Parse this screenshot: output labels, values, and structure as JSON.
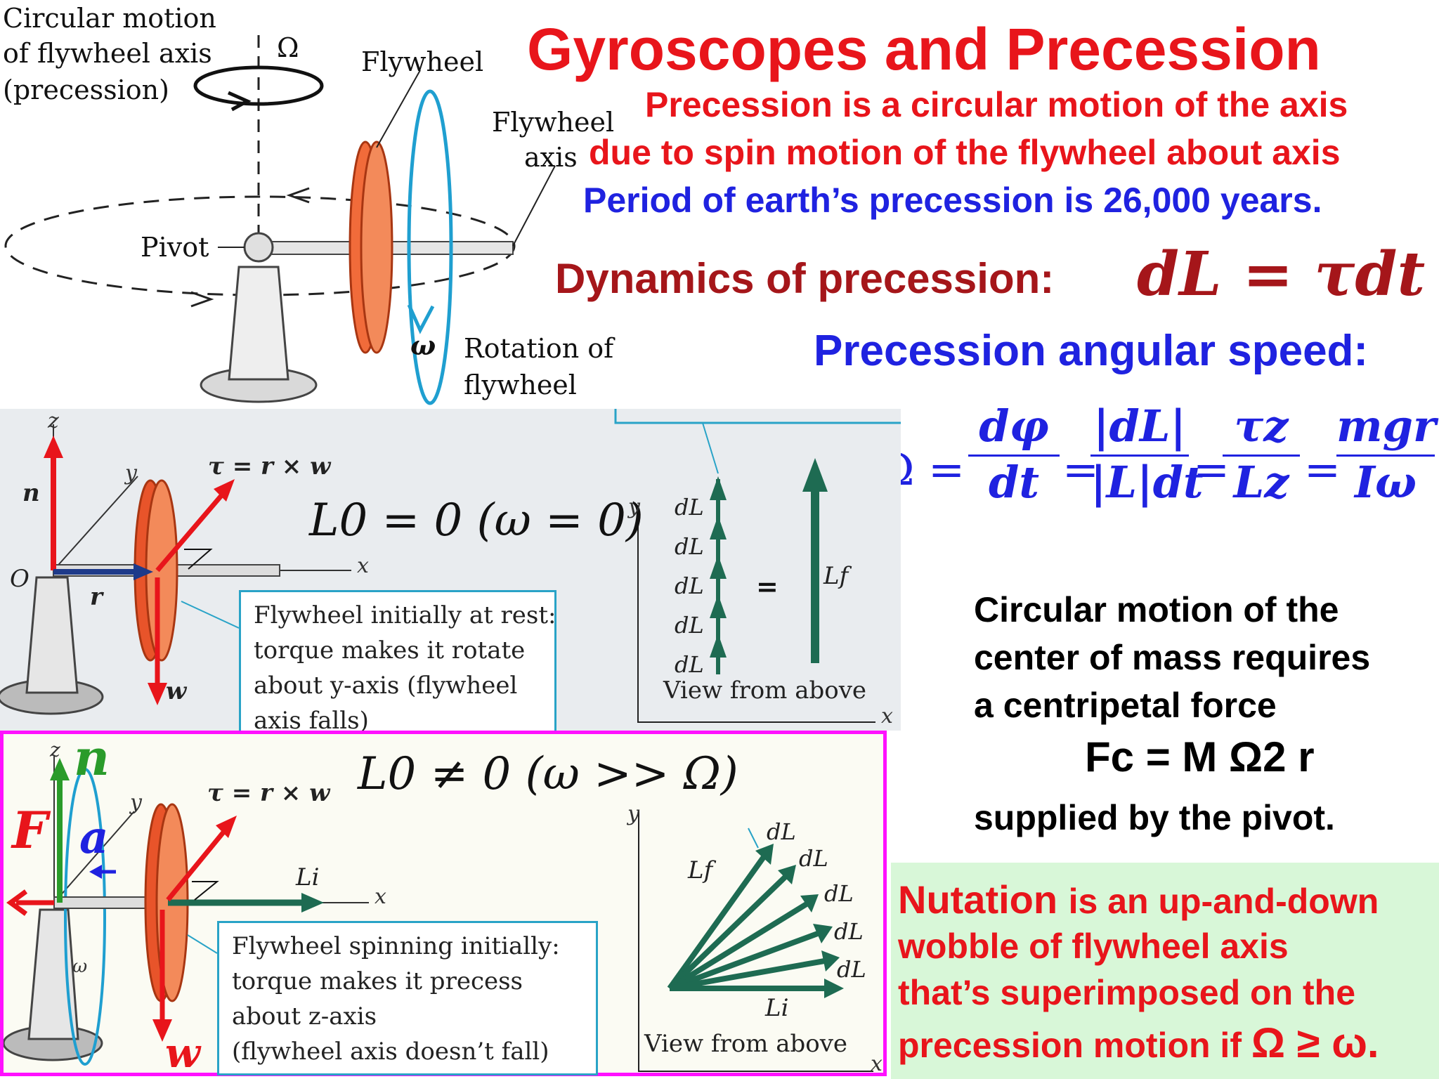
{
  "title": "Gyroscopes and Precession",
  "lines": {
    "precession_def_1": "Precession is a circular motion of the axis",
    "precession_def_2": "due to spin motion of the flywheel about axis",
    "earth_period": "Period of earth’s precession is 26,000 years.",
    "dynamics_label": "Dynamics of precession:",
    "dynamics_eq": "dL = τdt",
    "angular_speed_label": "Precession angular speed:",
    "omega_eq_lhs": "Ω =",
    "omega_eq_f1": [
      "dφ",
      "dt"
    ],
    "omega_eq_f2": [
      "|dL|",
      "|L|dt"
    ],
    "omega_eq_f3": [
      "τz",
      "Lz"
    ],
    "omega_eq_f4": [
      "mgr",
      "Iω"
    ]
  },
  "centripetal": {
    "line1": "Circular motion of the",
    "line2": "center of mass requires",
    "line3": "a centripetal force",
    "formula": "Fc = M Ω2 r",
    "line4": "supplied by the pivot."
  },
  "nutation": {
    "word": "Nutation",
    "line1_rest": "is an up-and-down",
    "line2": "wobble of flywheel axis",
    "line3": "that’s superimposed on the",
    "line4": "precession motion if",
    "condition": "Ω ≥ ω."
  },
  "top_figure": {
    "circular_motion": [
      "Circular motion",
      "of flywheel axis",
      "(precession)"
    ],
    "omega_cap": "Ω",
    "flywheel": "Flywheel",
    "flywheel_axis": [
      "Flywheel",
      "axis"
    ],
    "pivot": "Pivot",
    "omega": "ω",
    "rotation": [
      "Rotation of",
      "flywheel"
    ]
  },
  "middle_figure": {
    "z": "z",
    "y": "y",
    "x": "x",
    "o": "O",
    "n": "n",
    "r": "r",
    "w": "w",
    "torque": "τ = r × w",
    "l0_eq": "L0 = 0   (ω = 0)",
    "caption": [
      "Flywheel initially at rest:",
      "torque makes it rotate",
      "about y-axis (flywheel",
      "axis falls)"
    ],
    "dl_labels": [
      "dL",
      "dL",
      "dL",
      "dL",
      "dL"
    ],
    "equals": "=",
    "lf": "Lf",
    "view": "View from above",
    "axis_y": "y",
    "axis_x": "x"
  },
  "bottom_figure": {
    "z": "z",
    "n": "n",
    "y": "y",
    "x": "x",
    "fc": "F",
    "ac": "a",
    "torque": "τ = r × w",
    "l0_eq": "L0 ≠ 0   (ω >> Ω)",
    "li": "Li",
    "w": "w",
    "omega": "ω",
    "caption": [
      "Flywheel spinning initially:",
      "torque makes it precess",
      "about z-axis",
      "(flywheel axis doesn’t fall)"
    ],
    "lf": "Lf",
    "li2": "Li",
    "dl_labels": [
      "dL",
      "dL",
      "dL",
      "dL",
      "dL"
    ],
    "view": "View from above",
    "axis_y": "y",
    "axis_x": "x"
  },
  "colors": {
    "red": "#e8151b",
    "blue": "#1f22e0",
    "maroon": "#a5161a",
    "magenta_border": "#ff10ff",
    "green_box": "#d8f7d8",
    "arrow_green": "#1e6b52",
    "flywheel": "#e8542a",
    "cyan": "#1f9fd0"
  }
}
